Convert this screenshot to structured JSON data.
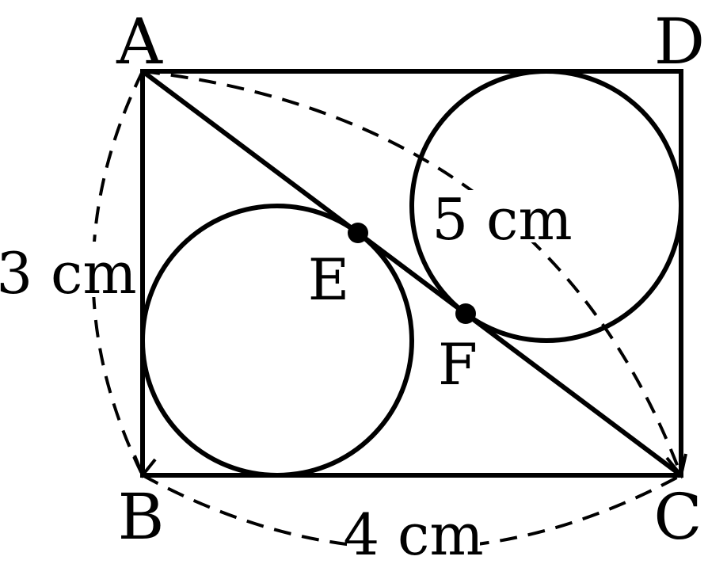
{
  "diagram": {
    "vertices": {
      "a": "A",
      "b": "B",
      "c": "C",
      "d": "D"
    },
    "points": {
      "e": "E",
      "f": "F"
    },
    "dimensions": {
      "ab": "3 cm",
      "bc": "4 cm",
      "ac": "5 cm"
    },
    "colors": {
      "stroke": "#000000",
      "background": "#ffffff"
    }
  }
}
